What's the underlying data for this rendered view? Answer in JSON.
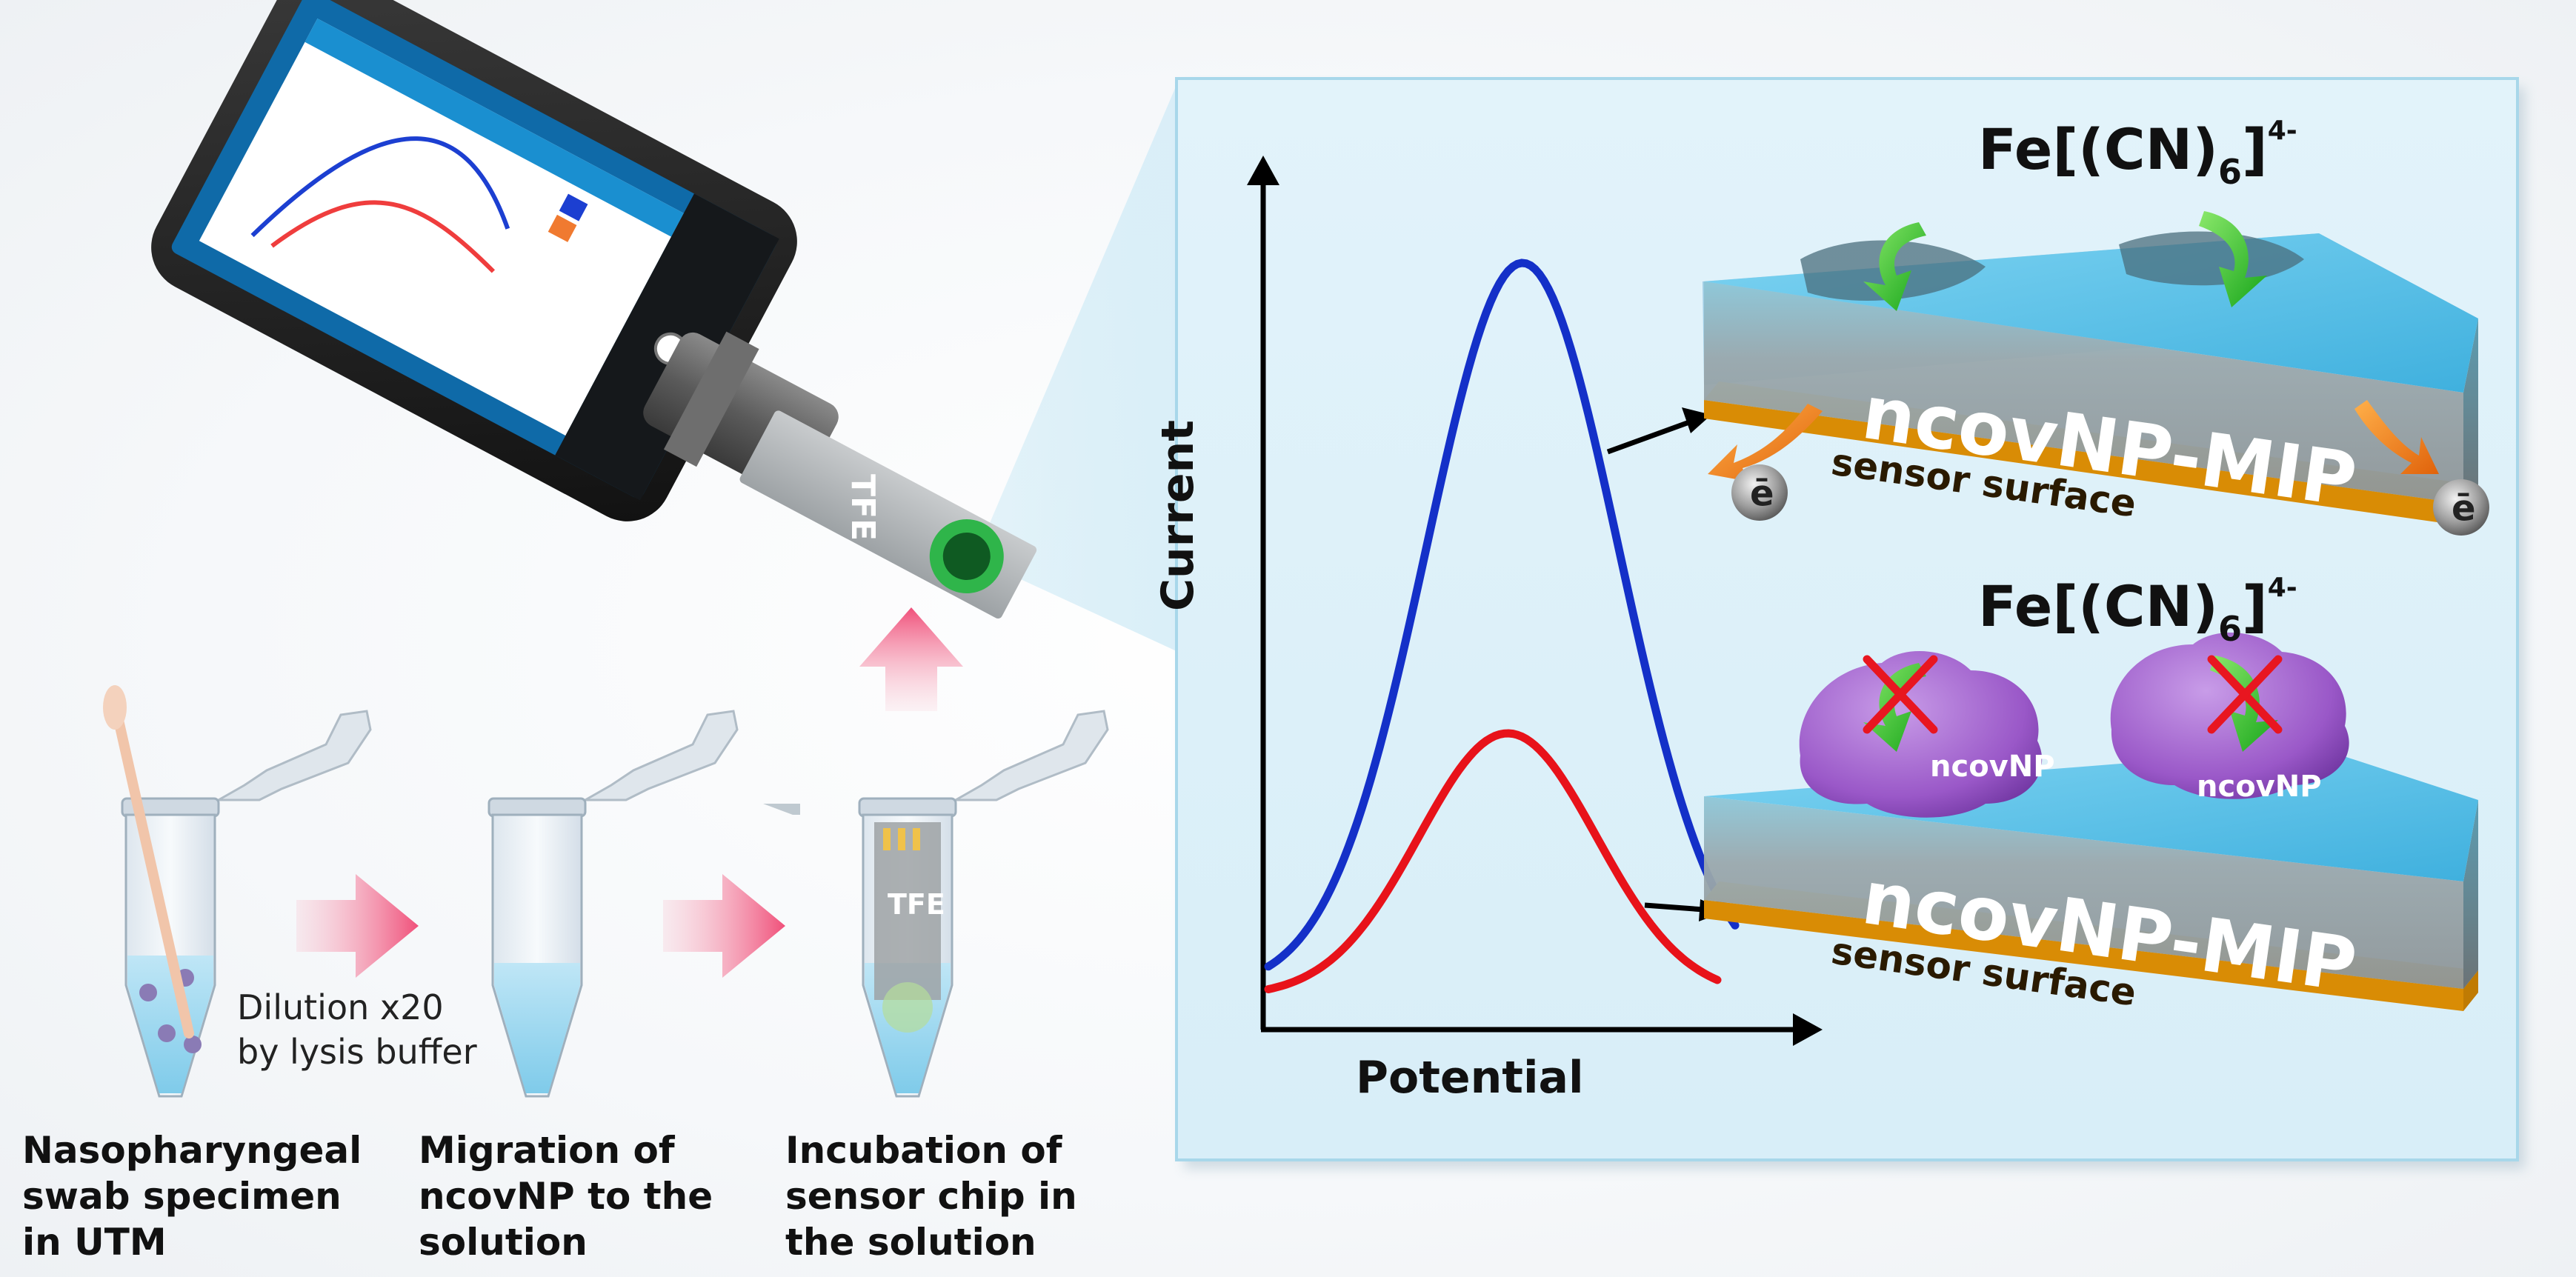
{
  "steps": [
    {
      "caption": "Nasopharyngeal\nswab specimen\nin UTM"
    },
    {
      "caption": "Migration of\nncovNP to the\nsolution"
    },
    {
      "caption": "Incubation of\nsensor chip in\nthe solution"
    }
  ],
  "dilution_note": "Dilution x20\nby lysis buffer",
  "chip_label": "TFE",
  "panel": {
    "x_axis_label": "Potential",
    "y_axis_label": "Current",
    "top_scene": {
      "ion_base": "Fe[(CN)",
      "ion_sub": "6",
      "ion_close": "]",
      "ion_sup": "4-",
      "layer_label": "ncovNP-MIP",
      "surface_label": "sensor surface",
      "electron": "ē"
    },
    "bottom_scene": {
      "ion_base": "Fe[(CN)",
      "ion_sub": "6",
      "ion_close": "]",
      "ion_sup": "4-",
      "layer_label": "ncovNP-MIP",
      "surface_label": "sensor surface",
      "protein_label": "ncovNP"
    }
  },
  "colors": {
    "curve_high": "#1430c8",
    "curve_low": "#e8121a",
    "arrow_pink": "#f0507a",
    "layer_blue": "#5bc3e8",
    "gold": "#f6b41a",
    "protein": "#9a58c8",
    "green_arrow": "#2fc22f",
    "orange_arrow": "#f07a14"
  }
}
